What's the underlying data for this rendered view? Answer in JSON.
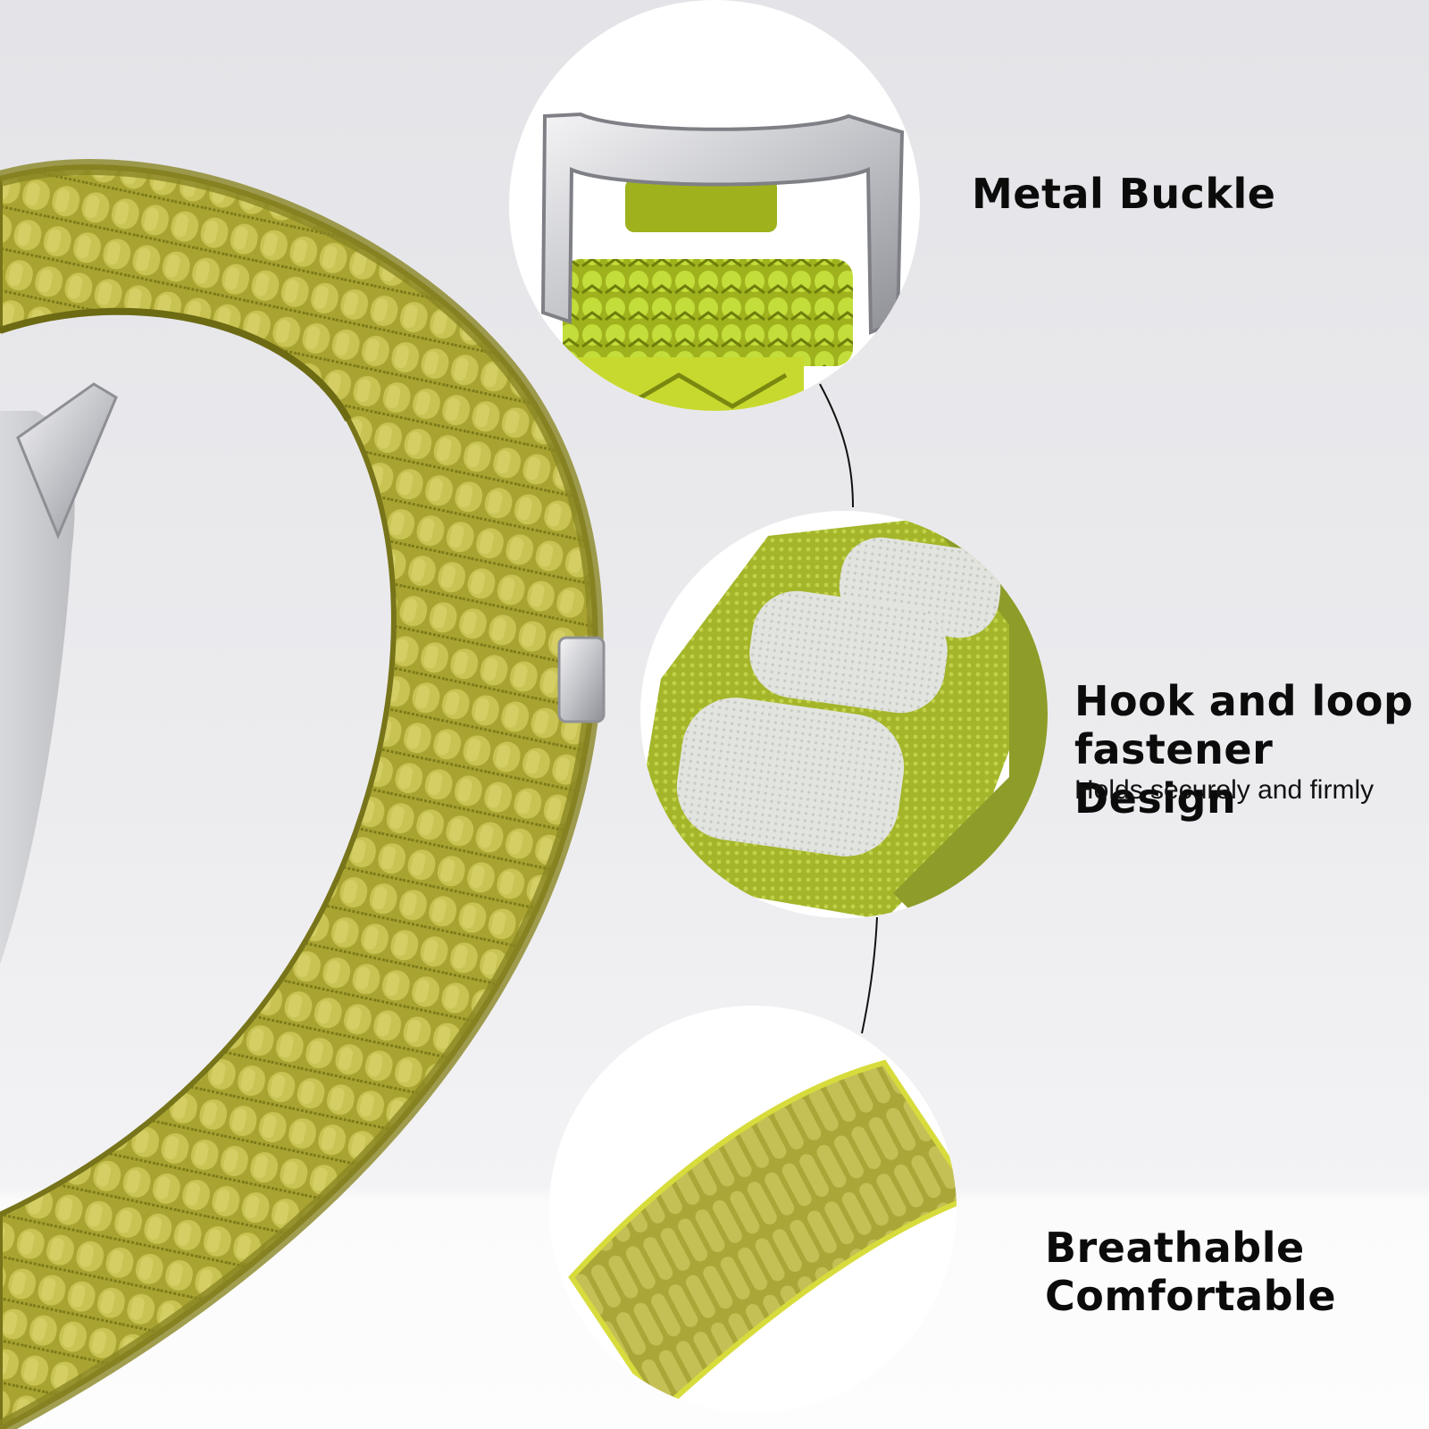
{
  "features": {
    "buckle": {
      "title": "Metal Buckle"
    },
    "hook": {
      "title_line1": "Hook and loop",
      "title_line2": "fastener Design",
      "subtitle": "Holds securely and firmly"
    },
    "breathable": {
      "title_line1": "Breathable",
      "title_line2": "Comfortable"
    }
  },
  "colors": {
    "band_green": "#b5b03a",
    "band_dark": "#7f7c1c",
    "band_light": "#d4cf6b",
    "metal": "#cfd0d4",
    "hook_white": "#e4e6e2",
    "text": "#0b0b0b"
  }
}
